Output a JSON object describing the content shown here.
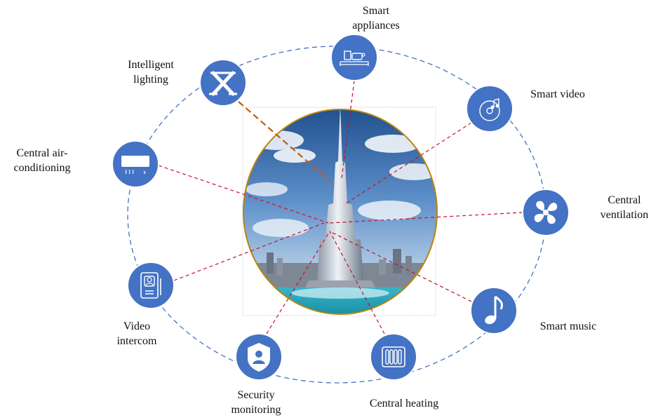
{
  "nodes": [
    {
      "id": "smart-appliances",
      "icon": "appliances-icon",
      "label": [
        "Smart",
        "appliances"
      ],
      "line_color": "#c8102e",
      "line_style": "short-dash"
    },
    {
      "id": "smart-video",
      "icon": "music-disc-icon",
      "label": [
        "Smart video"
      ],
      "line_color": "#c8102e",
      "line_style": "short-dash"
    },
    {
      "id": "central-ventilation",
      "icon": "fan-icon",
      "label": [
        "Central",
        "ventilation"
      ],
      "line_color": "#c8102e",
      "line_style": "short-dash"
    },
    {
      "id": "smart-music",
      "icon": "music-note-icon",
      "label": [
        "Smart music"
      ],
      "line_color": "#c8102e",
      "line_style": "short-dash"
    },
    {
      "id": "central-heating",
      "icon": "radiator-icon",
      "label": [
        "Central heating"
      ],
      "line_color": "#c8102e",
      "line_style": "short-dash"
    },
    {
      "id": "security-monitoring",
      "icon": "shield-user-icon",
      "label": [
        "Security",
        "monitoring"
      ],
      "line_color": "#c8102e",
      "line_style": "short-dash"
    },
    {
      "id": "video-intercom",
      "icon": "intercom-icon",
      "label": [
        "Video",
        "intercom"
      ],
      "line_color": "#c8102e",
      "line_style": "short-dash"
    },
    {
      "id": "central-air-conditioning",
      "icon": "air-conditioner-icon",
      "label": [
        "Central air-",
        "conditioning"
      ],
      "line_color": "#c8102e",
      "line_style": "short-dash"
    },
    {
      "id": "intelligent-lighting",
      "icon": "lighting-icon",
      "label": [
        "Intelligent",
        "lighting"
      ],
      "line_color": "#c55a11",
      "line_style": "long-dash"
    }
  ],
  "center": {
    "image": "skyscraper-photo",
    "frame_color": "#b8860b"
  },
  "colors": {
    "node_fill": "#4472c4",
    "orbit": "#4472c4",
    "icon": "#ffffff"
  }
}
